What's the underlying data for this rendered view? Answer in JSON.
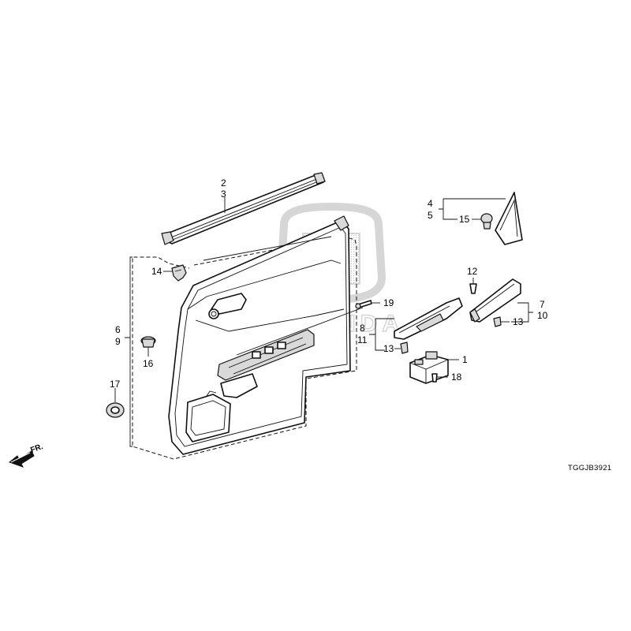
{
  "callouts": {
    "c1": "1",
    "c2": "2",
    "c3": "3",
    "c4": "4",
    "c5": "5",
    "c6": "6",
    "c7": "7",
    "c8": "8",
    "c9": "9",
    "c10": "10",
    "c11": "11",
    "c12": "12",
    "c13a": "13",
    "c13b": "13",
    "c14": "14",
    "c15": "15",
    "c16": "16",
    "c17": "17",
    "c18": "18",
    "c19": "19"
  },
  "direction_label": "FR.",
  "diagram_code": "TGGJB3921",
  "watermark_brand": "HONDA",
  "icons": {
    "direction_arrow": "forward-arrow-icon",
    "watermark": "honda-logo-watermark"
  },
  "colors": {
    "line": "#111111",
    "watermark": "#cfcfcf",
    "part_fill": "#ffffff",
    "shade": "#d9d9d9"
  }
}
